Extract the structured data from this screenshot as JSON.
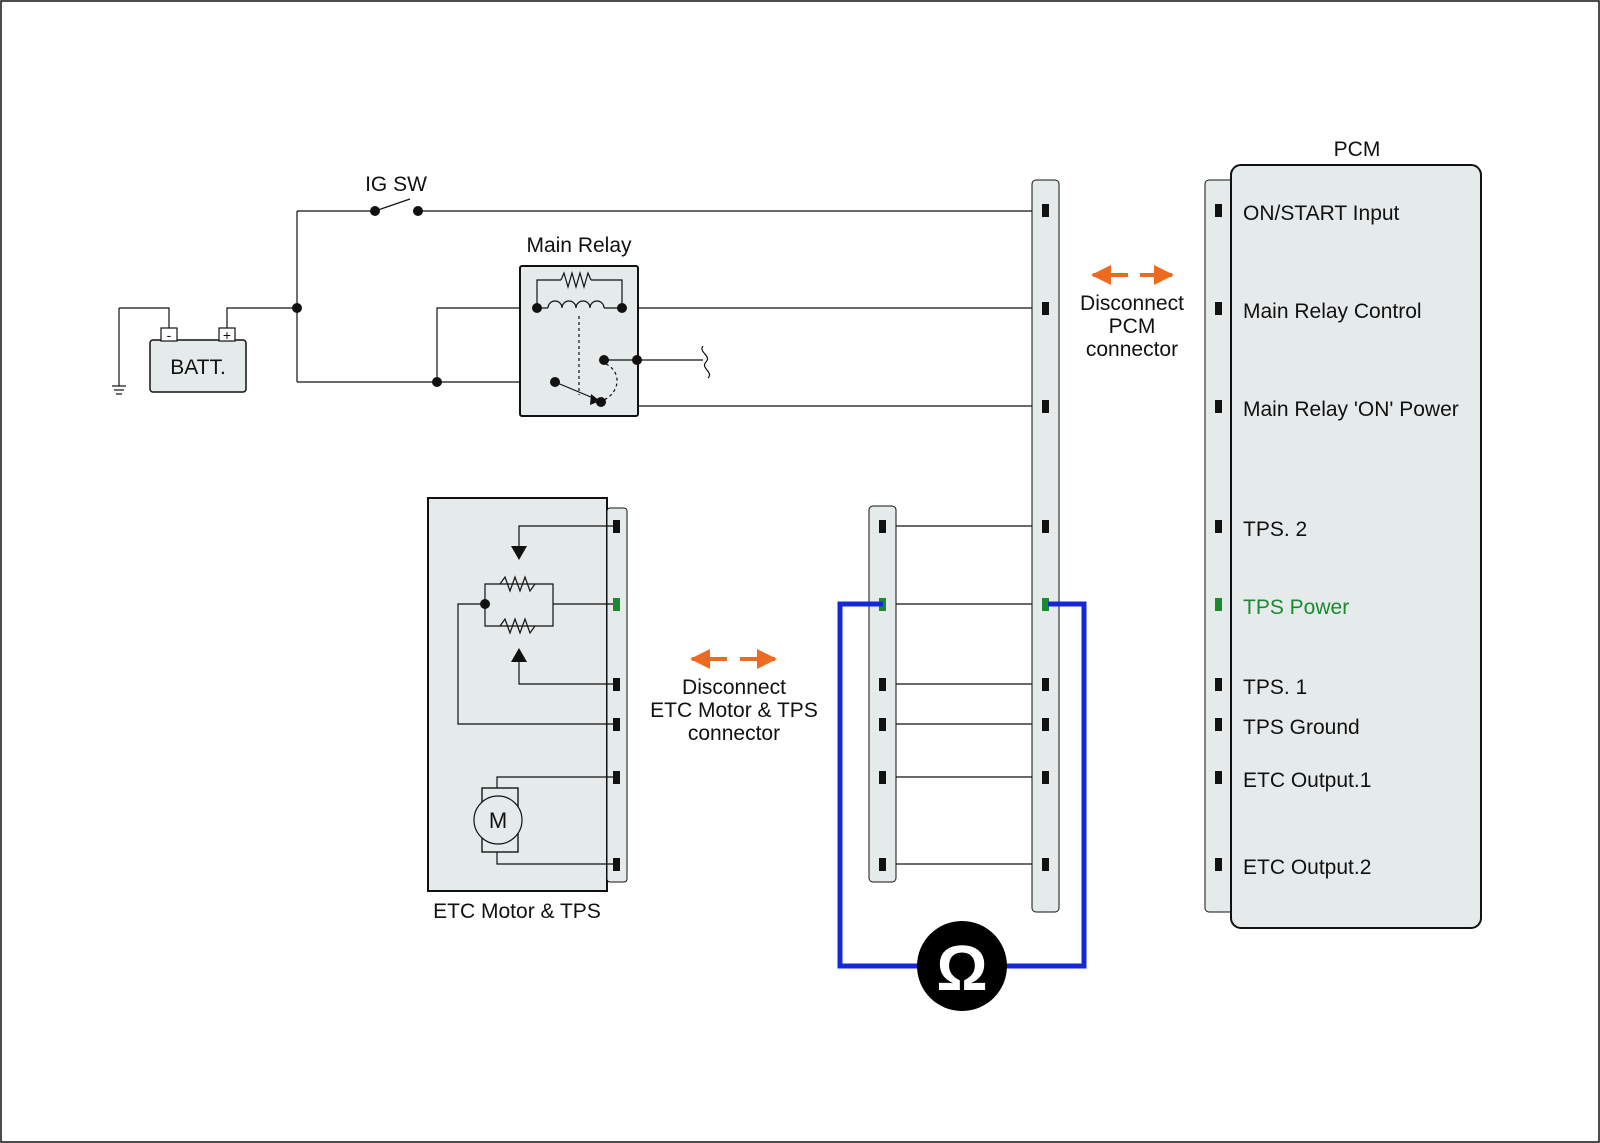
{
  "colors": {
    "panel_fill": "#e5ebeb",
    "wire": "#111111",
    "highlight": "#1b8a2f",
    "meter_lead": "#1428d8",
    "arrow": "#ee6a1f",
    "meter_body": "#000000"
  },
  "battery": {
    "label": "BATT.",
    "neg": "-",
    "pos": "+"
  },
  "ig_switch": {
    "label": "IG SW"
  },
  "main_relay": {
    "label": "Main Relay"
  },
  "pcm": {
    "title": "PCM",
    "pins": [
      {
        "label": "ON/START Input",
        "highlight": false
      },
      {
        "label": "Main Relay Control",
        "highlight": false
      },
      {
        "label": "Main Relay 'ON' Power",
        "highlight": false
      },
      {
        "label": "TPS. 2",
        "highlight": false
      },
      {
        "label": "TPS Power",
        "highlight": true
      },
      {
        "label": "TPS. 1",
        "highlight": false
      },
      {
        "label": "TPS Ground",
        "highlight": false
      },
      {
        "label": "ETC Output.1",
        "highlight": false
      },
      {
        "label": "ETC Output.2",
        "highlight": false
      }
    ]
  },
  "pcm_disconnect": {
    "lines": [
      "Disconnect",
      "PCM",
      "connector"
    ],
    "arrow_icon": "double-arrow-icon"
  },
  "etc_disconnect": {
    "lines": [
      "Disconnect",
      "ETC Motor & TPS",
      "connector"
    ],
    "arrow_icon": "double-arrow-icon"
  },
  "etc_unit": {
    "label": "ETC Motor & TPS",
    "motor_symbol": "M"
  },
  "ohmmeter": {
    "symbol": "Ω",
    "icon": "ohmmeter-icon"
  }
}
